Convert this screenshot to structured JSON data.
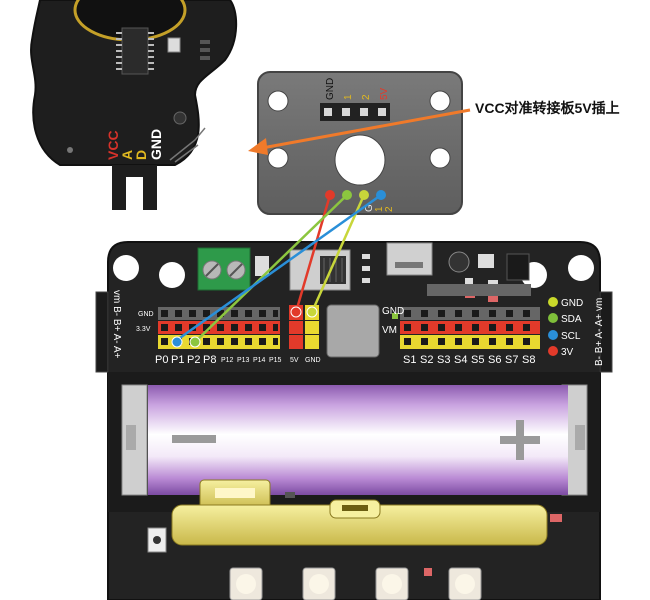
{
  "sensor_module": {
    "pins": [
      "VCC",
      "A",
      "D",
      "GND"
    ]
  },
  "adapter_board": {
    "header_pins": [
      "GND",
      "1",
      "2",
      "5V"
    ],
    "pad_labels": [
      "G",
      "1",
      "2"
    ]
  },
  "callout": {
    "text": "VCC对准转接板5V插上"
  },
  "expansion_board": {
    "left_side_label": "vm B- B+ A- A+",
    "right_side_label": "B- B+ A- A+ vm",
    "left_row_labels": [
      "GND",
      "3.3V"
    ],
    "pin_labels_big": [
      "P0",
      "P1",
      "P2",
      "P8"
    ],
    "pin_labels_small": [
      "P12",
      "P13",
      "P14",
      "P15"
    ],
    "power_labels": [
      "5V",
      "GND"
    ],
    "gnd_label": "GND",
    "vm_label": "VM",
    "servo_labels": [
      "S1",
      "S2",
      "S3",
      "S4",
      "S5",
      "S6",
      "S7",
      "S8"
    ],
    "i2c_legend": [
      {
        "label": "GND",
        "color": "#c9d92a"
      },
      {
        "label": "SDA",
        "color": "#7fbf3a"
      },
      {
        "label": "SCL",
        "color": "#2a8fd8"
      },
      {
        "label": "3V",
        "color": "#e23a2a"
      }
    ]
  },
  "colors": {
    "arrow": "#f07a2a",
    "wire_red": "#e23a2a",
    "wire_green": "#8cc63f",
    "wire_yellow": "#c8d63a",
    "wire_blue": "#2a8fd8",
    "board": "#222222",
    "battery_purple": "#a56fc4"
  }
}
